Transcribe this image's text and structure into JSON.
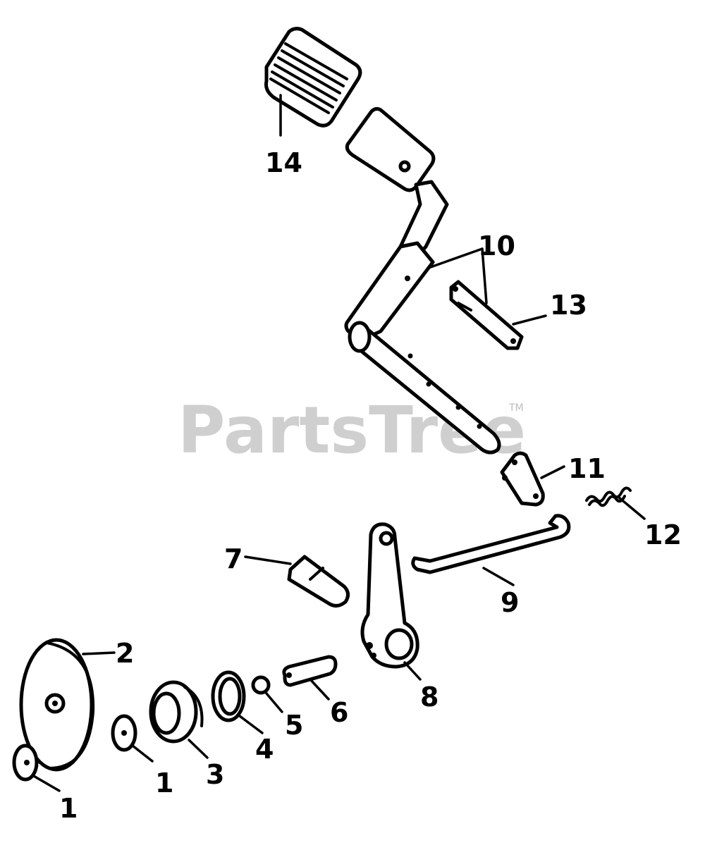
{
  "watermark": {
    "text": "PartsTree",
    "tm": "TM"
  },
  "callouts": [
    {
      "id": "c14",
      "text": "14"
    },
    {
      "id": "c10",
      "text": "10"
    },
    {
      "id": "c13",
      "text": "13"
    },
    {
      "id": "c11",
      "text": "11"
    },
    {
      "id": "c12",
      "text": "12"
    },
    {
      "id": "c7",
      "text": "7"
    },
    {
      "id": "c9",
      "text": "9"
    },
    {
      "id": "c2",
      "text": "2"
    },
    {
      "id": "c8",
      "text": "8"
    },
    {
      "id": "c6",
      "text": "6"
    },
    {
      "id": "c5",
      "text": "5"
    },
    {
      "id": "c4",
      "text": "4"
    },
    {
      "id": "c3",
      "text": "3"
    },
    {
      "id": "c1a",
      "text": "1"
    },
    {
      "id": "c1b",
      "text": "1"
    }
  ]
}
